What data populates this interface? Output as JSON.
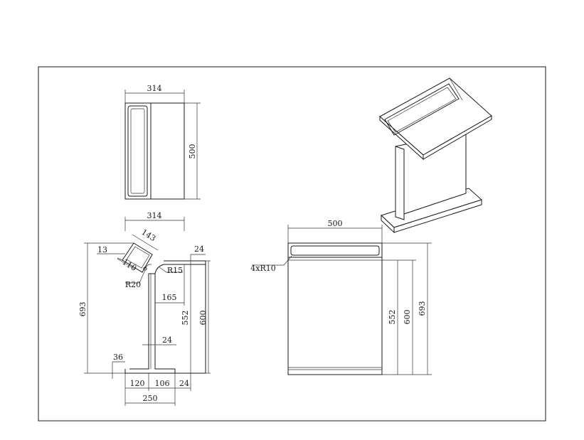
{
  "top_view": {
    "width_label": "314",
    "depth_label": "500"
  },
  "side_view": {
    "dims": {
      "top_width": "314",
      "tilt_length": "143",
      "tilt_lip": "13",
      "tilt_depth": "110",
      "corner_radius": "R20",
      "inner_radius": "R15",
      "top_lip": "24",
      "overhang": "165",
      "web_thickness": "24",
      "base_lip": "36",
      "inner_height": "552",
      "outer_height": "600",
      "total_height": "693",
      "base_left": "120",
      "base_right": "106",
      "base_tail": "24",
      "base_width": "250"
    }
  },
  "front_view": {
    "width_label": "500",
    "radius_note": "4xR10",
    "height_inner": "552",
    "height_mid": "600",
    "height_total": "693"
  },
  "colors": {
    "line": "#1a1a1a",
    "paper": "#ffffff"
  }
}
